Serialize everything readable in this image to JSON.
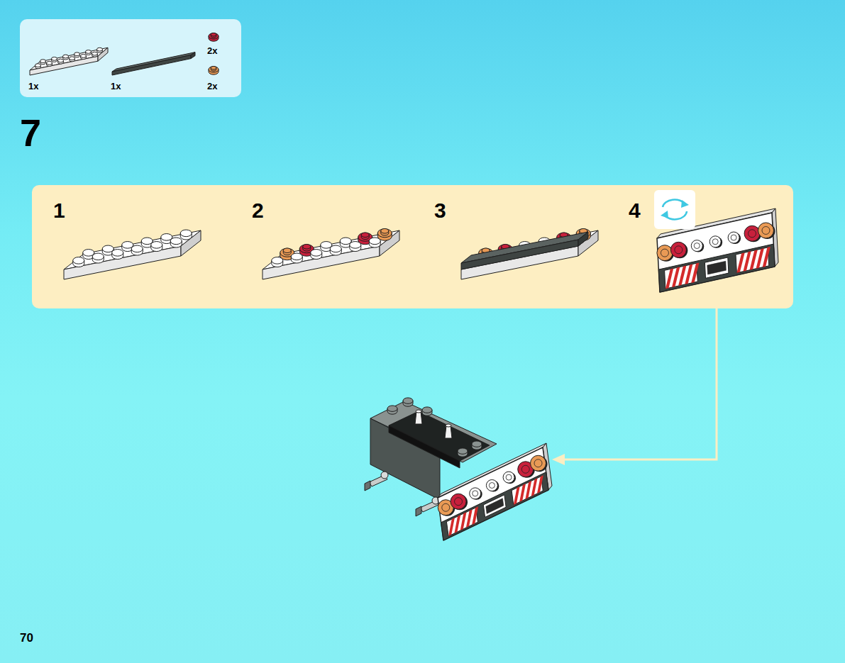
{
  "diagram": {
    "nodes": [
      {
        "text": [
          "2x",
          "1x",
          "1x",
          "2x"
        ]
      },
      {
        "text": [
          "1",
          "2",
          "3",
          "4"
        ]
      }
    ],
    "labels": [
      "7",
      "70"
    ]
  }
}
